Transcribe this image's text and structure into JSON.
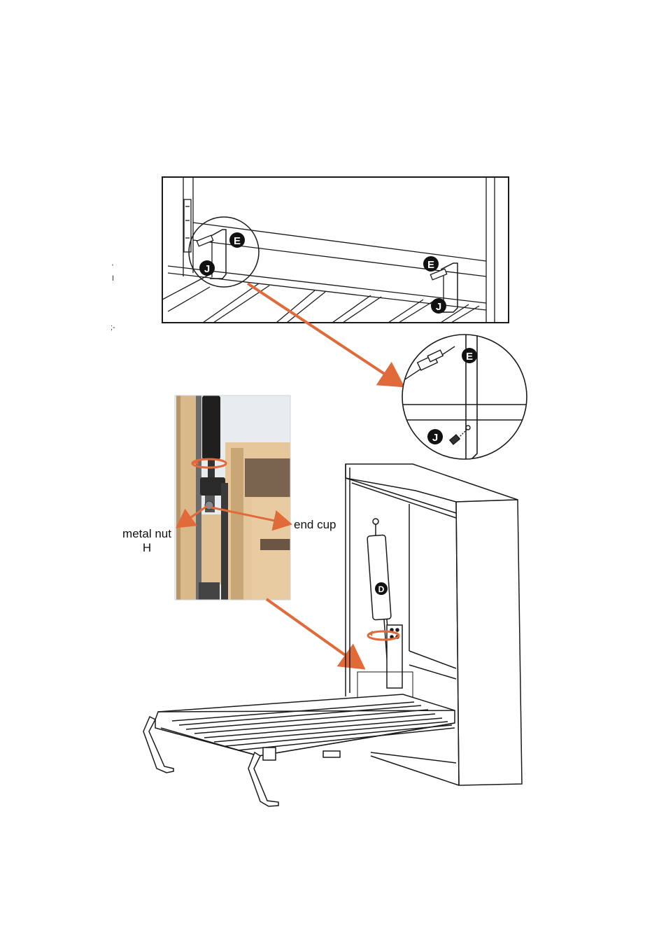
{
  "colors": {
    "line": "#1a1a1a",
    "accent_arrow": "#e06a3a",
    "wood": "#e5c79b",
    "wood_dark": "#c9a676",
    "strut": "#222222",
    "photo_bg": "#e9ecef"
  },
  "callouts": {
    "e_top_left": "E",
    "j_top_left": "J",
    "e_top_right": "E",
    "j_top_right": "J",
    "e_zoom": "E",
    "j_zoom": "J",
    "d_strut": "D"
  },
  "photo_labels": {
    "metal_nut": "metal nut",
    "metal_nut_letter": "H",
    "end_cup": "end cup"
  },
  "margin_marks": {
    "mark1": "'",
    "mark2": "I",
    "mark3": ";-"
  }
}
